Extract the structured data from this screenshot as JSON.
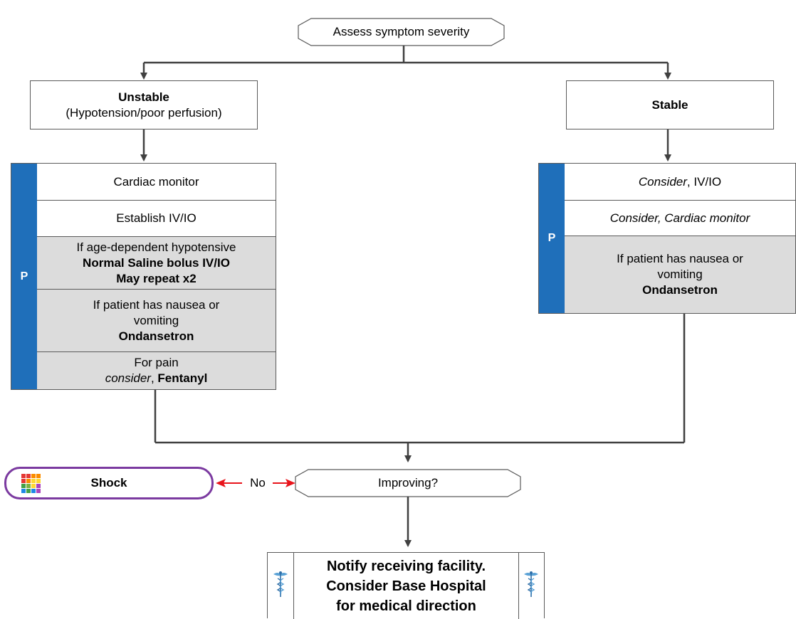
{
  "nodes": {
    "assess": "Assess symptom severity",
    "unstable": {
      "title": "Unstable",
      "subtitle": "(Hypotension/poor perfusion)"
    },
    "stable": "Stable",
    "improving": "Improving?",
    "shock": "Shock",
    "no_label": "No",
    "notify": {
      "line1": "Notify receiving facility.",
      "line2": "Consider Base Hospital",
      "line3": "for medical direction"
    }
  },
  "left_panel": {
    "tab": "P",
    "rows": {
      "cardiac": "Cardiac monitor",
      "establish": "Establish IV/IO",
      "hypo_line1": "If age-dependent hypotensive",
      "hypo_line2": "Normal Saline bolus IV/IO",
      "hypo_line3": "May repeat x2",
      "nausea_line1": "If patient has nausea or",
      "nausea_line2": "vomiting",
      "nausea_line3": "Ondansetron",
      "pain_line1": "For pain",
      "pain_consider": "consider",
      "pain_comma": ", ",
      "pain_drug": "Fentanyl"
    }
  },
  "right_panel": {
    "tab": "P",
    "rows": {
      "iv_consider": "Consider",
      "iv_rest": ", IV/IO",
      "cardiac": "Consider, Cardiac monitor",
      "nausea_line1": "If patient has nausea or",
      "nausea_line2": "vomiting",
      "nausea_line3": "Ondansetron"
    }
  },
  "colors": {
    "tab": "#1f6fba",
    "shock_border": "#7b3aa0",
    "arrow_no": "#e8141b",
    "connector": "#404040",
    "gray_row": "#dcdcdc"
  },
  "icons": [
    "grid-icon",
    "caduceus-icon"
  ]
}
